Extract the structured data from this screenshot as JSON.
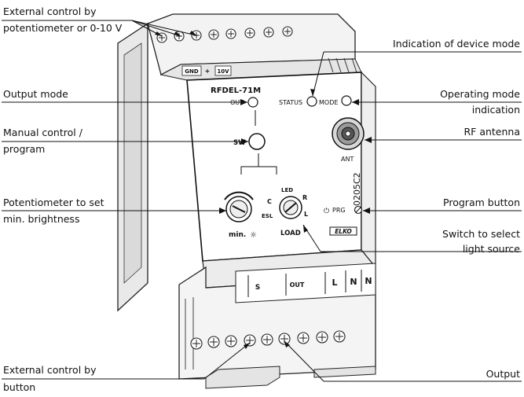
{
  "callouts": {
    "external_control_potentiometer": [
      "External control by",
      "potentiometer or 0-10 V"
    ],
    "indication_device_mode": [
      "Indication of device mode"
    ],
    "output_mode": [
      "Output mode"
    ],
    "operating_mode_indication": [
      "Operating mode",
      "indication"
    ],
    "manual_control": [
      "Manual control /",
      "program"
    ],
    "rf_antenna": [
      "RF antenna"
    ],
    "potentiometer_min_brightness": [
      "Potentiometer to set",
      "min. brightness"
    ],
    "program_button": [
      "Program button"
    ],
    "switch_light_source": [
      "Switch to select",
      "light source"
    ],
    "external_control_button": [
      "External control by",
      "button"
    ],
    "output": [
      "Output"
    ]
  },
  "device": {
    "model": "RFDEL-71M",
    "out": "OUT",
    "status": "STATUS",
    "mode": "MODE",
    "sw": "SW",
    "ant": "ANT",
    "prg": "PRG",
    "serial": "0205C2",
    "min": "min.",
    "load": "LOAD",
    "esl": "ESL",
    "c": "C",
    "led": "LED",
    "r": "R",
    "l": "L",
    "logo": "ELKO",
    "top_terminals": [
      "GND",
      "+",
      "10V"
    ],
    "bottom_terminals": [
      "S",
      "OUT",
      "L",
      "N",
      "N"
    ]
  }
}
